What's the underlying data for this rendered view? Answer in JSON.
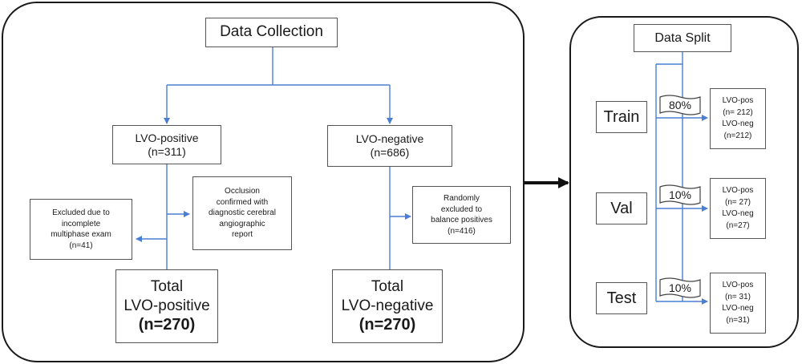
{
  "collection": {
    "title": "Data Collection",
    "positive": {
      "label": "LVO-positive",
      "count": "(n=311)"
    },
    "negative": {
      "label": "LVO-negative",
      "count": "(n=686)"
    },
    "excluded_incomplete": {
      "lines": [
        "Excluded due to",
        "incomplete",
        "multiphase exam",
        "(n=41)"
      ]
    },
    "occlusion_confirmed": {
      "lines": [
        "Occlusion",
        "confirmed with",
        "diagnostic cerebral",
        "angiographic",
        "report"
      ]
    },
    "randomly_excluded": {
      "lines": [
        "Randomly",
        "excluded to",
        "balance positives",
        "(n=416)"
      ]
    },
    "total_positive": {
      "line1": "Total",
      "line2": "LVO-positive",
      "count": "(n=270)"
    },
    "total_negative": {
      "line1": "Total",
      "line2": "LVO-negative",
      "count": "(n=270)"
    }
  },
  "split": {
    "title": "Data Split",
    "train": {
      "label": "Train",
      "percent": "80%",
      "result": [
        "LVO-pos",
        "(n= 212)",
        "LVO-neg",
        "(n=212)"
      ]
    },
    "val": {
      "label": "Val",
      "percent": "10%",
      "result": [
        "LVO-pos",
        "(n= 27)",
        "LVO-neg",
        "(n=27)"
      ]
    },
    "test": {
      "label": "Test",
      "percent": "10%",
      "result": [
        "LVO-pos",
        "(n= 31)",
        "LVO-neg",
        "(n=31)"
      ]
    }
  },
  "colors": {
    "connector": "#4a7fd4",
    "border": "#1a1a1a"
  }
}
